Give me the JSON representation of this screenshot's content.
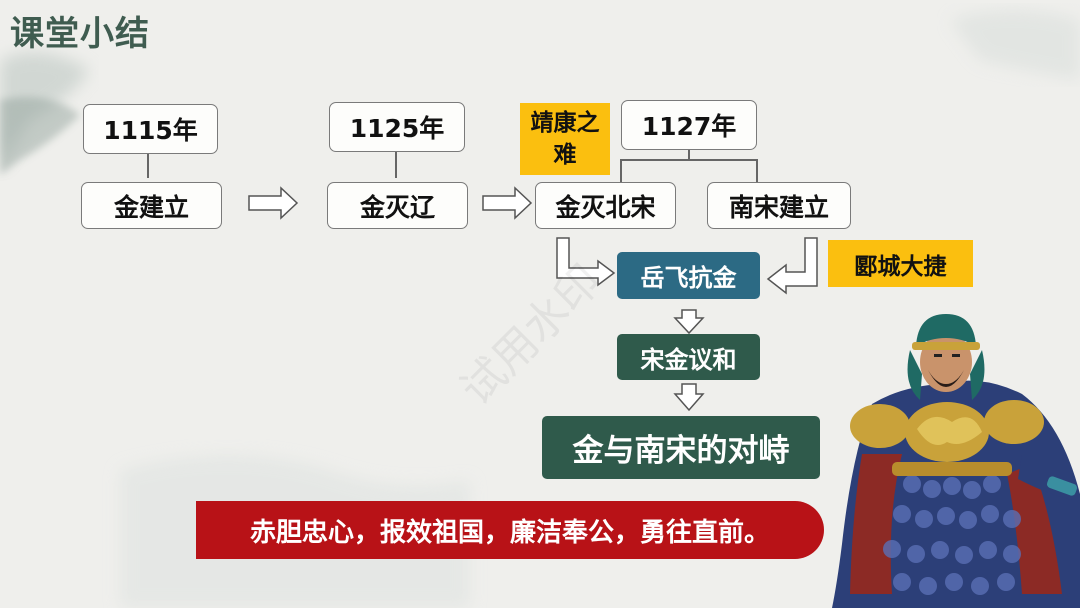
{
  "title": "课堂小结",
  "watermark": "试用水印",
  "years": {
    "y1115": "1115年",
    "y1125": "1125年",
    "y1127": "1127年"
  },
  "events": {
    "jin_founded": "金建立",
    "jin_destroys_liao": "金灭辽",
    "jin_destroys_northern_song": "金灭北宋",
    "southern_song_founded": "南宋建立"
  },
  "labels": {
    "jingkang": "靖康之难",
    "yancheng": "郾城大捷"
  },
  "flow": {
    "yuefei": "岳飞抗金",
    "peace": "宋金议和",
    "standoff": "金与南宋的对峙"
  },
  "motto": "赤胆忠心，报效祖国，廉洁奉公，勇往直前。",
  "colors": {
    "title": "#3f5c50",
    "gold": "#fbbf0f",
    "dark_green": "#2f5a4b",
    "teal": "#2c6a84",
    "red": "#b81217"
  }
}
